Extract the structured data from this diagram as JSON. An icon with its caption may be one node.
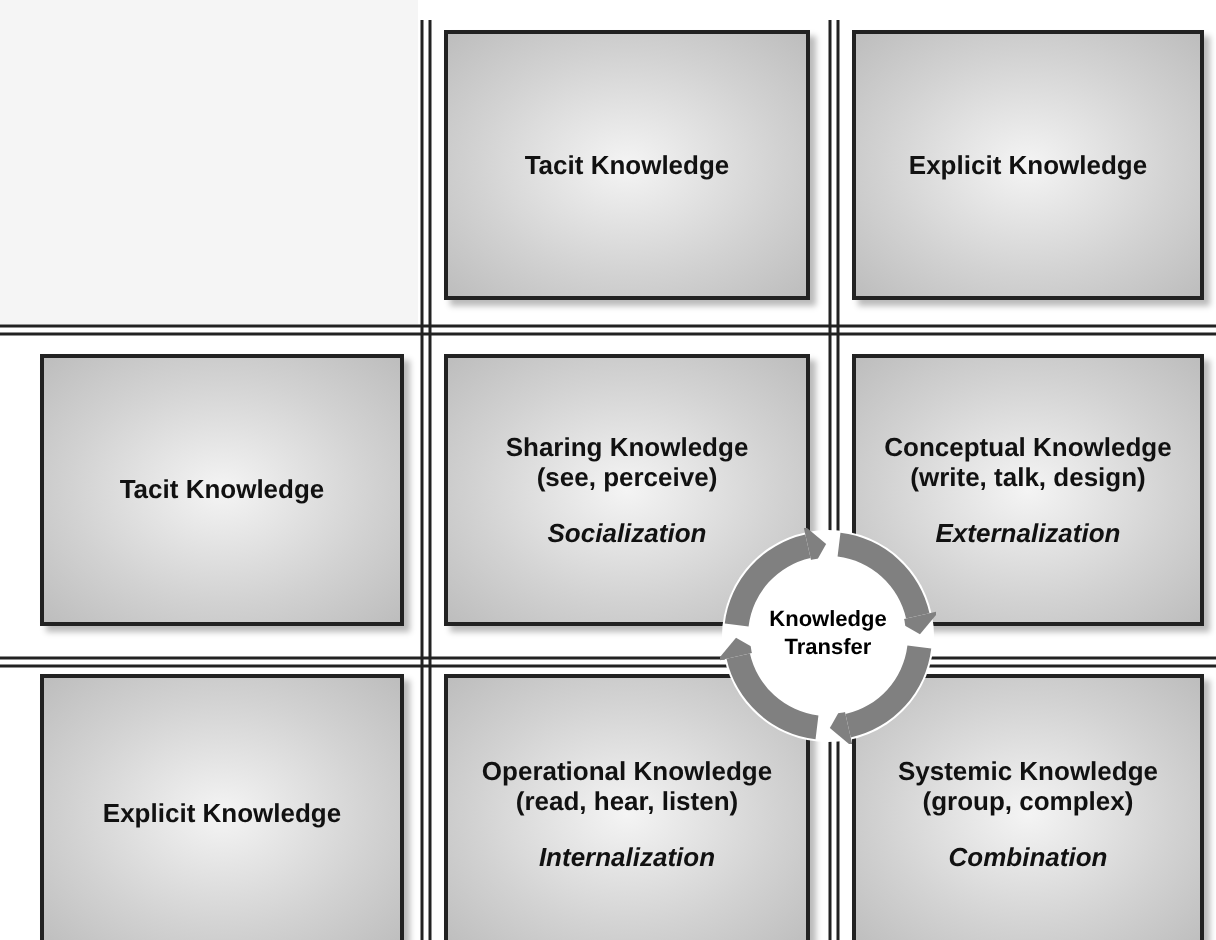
{
  "diagram": {
    "nodes": [
      {
        "text": [
          "Tacit Knowledge"
        ]
      },
      {
        "text": [
          "Explicit Knowledge"
        ]
      },
      {
        "text": [
          "Tacit Knowledge"
        ]
      },
      {
        "text": [
          "Sharing Knowledge (see, perceive)",
          "Socialization"
        ]
      },
      {
        "text": [
          "Conceptual Knowledge (write, talk, design)",
          "Externalization"
        ]
      },
      {
        "text": [
          "Explicit Knowledge"
        ]
      },
      {
        "text": [
          "Operational Knowledge (read, hear, listen)",
          "Internalization"
        ]
      },
      {
        "text": [
          "Systemic Knowledge (group, complex)",
          "Combination"
        ]
      },
      {
        "text": [
          "Knowledge Transfer"
        ]
      }
    ],
    "edges": []
  }
}
